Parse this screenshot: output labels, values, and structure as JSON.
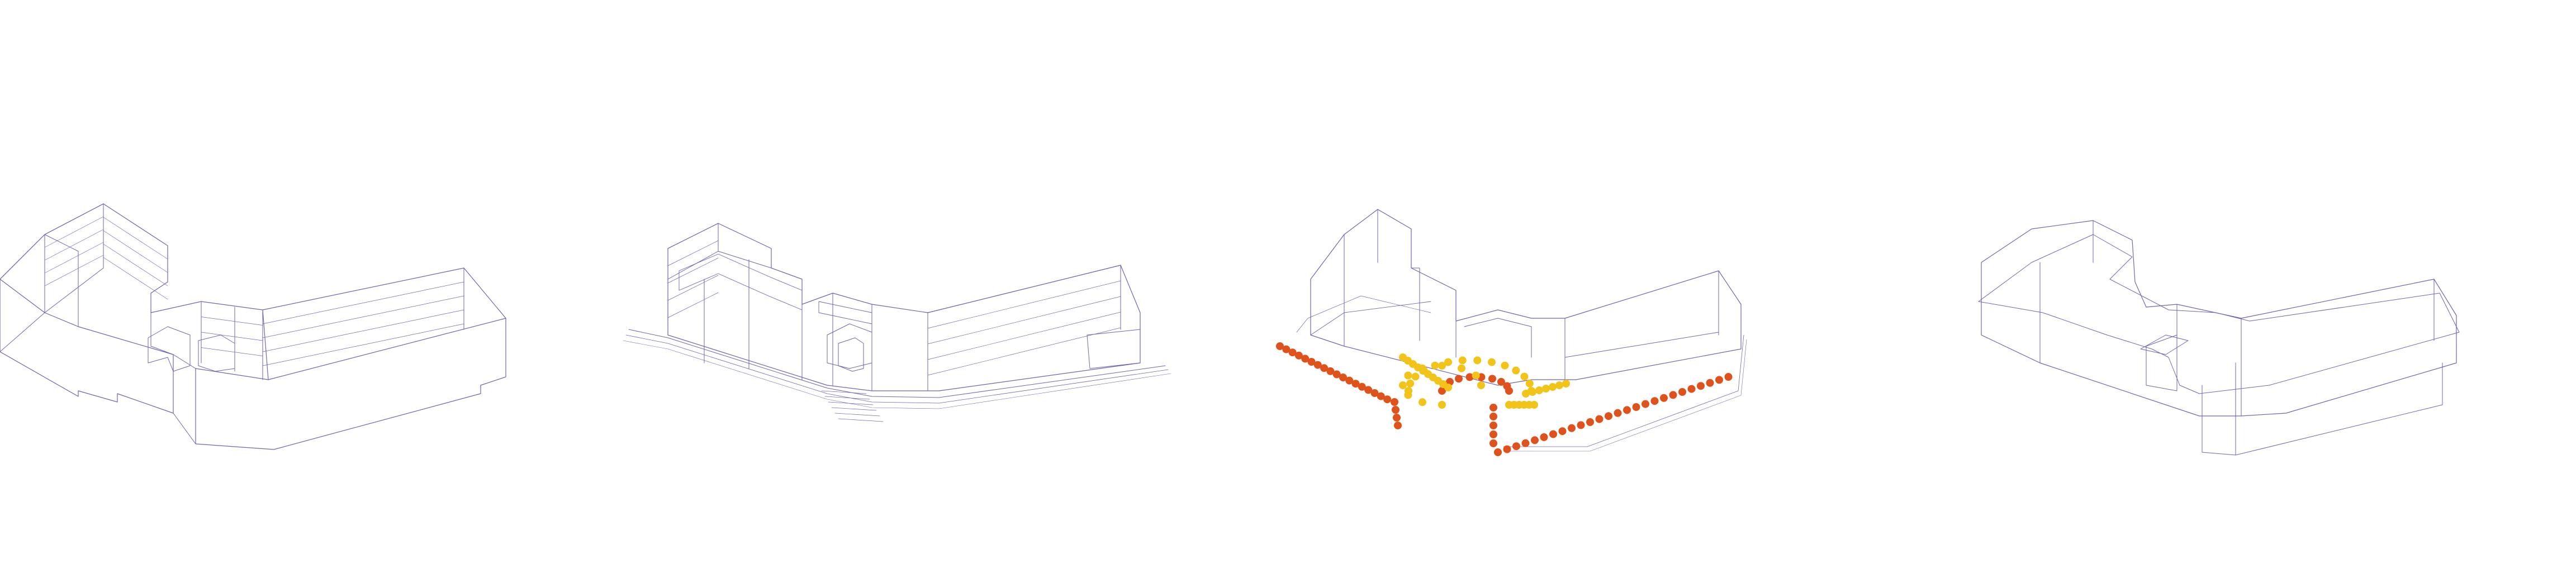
{
  "diagrams": [
    {
      "id": "facade",
      "fill_color": "#b98dbf",
      "fill_light": "#ddc9e2",
      "line_color": "#6f62b0"
    },
    {
      "id": "ground",
      "fill_color": "#cfe3d3",
      "line_color": "#6f62b0"
    },
    {
      "id": "trees",
      "outer_color": "#e0521c",
      "inner_color": "#f2c318",
      "line_color": "#6f62b0"
    },
    {
      "id": "roofs",
      "fill_color": "#5877bb",
      "line_color": "#6f62b0"
    }
  ]
}
